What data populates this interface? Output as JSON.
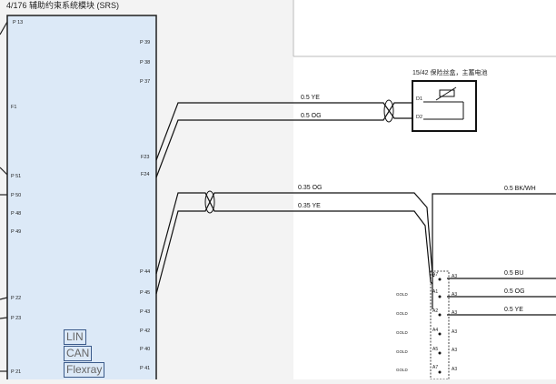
{
  "module": {
    "title": "4/176 辅助约束系统模块 (SRS)",
    "pins": [
      {
        "id": "p13",
        "label": "P 13"
      },
      {
        "id": "p39",
        "label": "P 39"
      },
      {
        "id": "p38",
        "label": "P 38"
      },
      {
        "id": "p37",
        "label": "P 37"
      },
      {
        "id": "f1",
        "label": "F1"
      },
      {
        "id": "f23",
        "label": "F23"
      },
      {
        "id": "f24",
        "label": "F24"
      },
      {
        "id": "p51",
        "label": "P 51"
      },
      {
        "id": "p50",
        "label": "P 50"
      },
      {
        "id": "p48",
        "label": "P 48"
      },
      {
        "id": "p49",
        "label": "P 49"
      },
      {
        "id": "p44",
        "label": "P 44"
      },
      {
        "id": "p45",
        "label": "P 45"
      },
      {
        "id": "p22",
        "label": "P 22"
      },
      {
        "id": "p43",
        "label": "P 43"
      },
      {
        "id": "p23",
        "label": "P 23"
      },
      {
        "id": "p42",
        "label": "P 42"
      },
      {
        "id": "p40",
        "label": "P 40"
      },
      {
        "id": "p21",
        "label": "P 21"
      },
      {
        "id": "p41",
        "label": "P 41"
      }
    ],
    "bus_labels": [
      "LIN",
      "CAN",
      "Flexray"
    ]
  },
  "component": {
    "title": "15/42 保险丝盒，主蓄电池",
    "pin_d1": "D1",
    "pin_d2": "D2"
  },
  "wires": [
    {
      "id": "w1",
      "label": "0.5  YE"
    },
    {
      "id": "w2",
      "label": "0.5  OG"
    },
    {
      "id": "w3",
      "label": "0.35  OG"
    },
    {
      "id": "w4",
      "label": "0.35  YE"
    },
    {
      "id": "w5",
      "label": "0.5  BK/WH"
    },
    {
      "id": "w6",
      "label": "0.5  BU"
    },
    {
      "id": "w7",
      "label": "0.5  OG"
    },
    {
      "id": "w8",
      "label": "0.5  YE"
    }
  ],
  "connector": {
    "contact_material": "GOLD",
    "rows": [
      {
        "left": "A7",
        "right": "A3"
      },
      {
        "left": "A1",
        "right": "A3"
      },
      {
        "left": "A2",
        "right": "A3"
      },
      {
        "left": "A4",
        "right": "A3"
      },
      {
        "left": "A5",
        "right": "A3"
      },
      {
        "left": "A7",
        "right": "A3"
      }
    ]
  },
  "colors": {
    "module_fill": "#dce9f7",
    "module_border": "#1f1f1f",
    "wire": "#111111",
    "background": "#f3f3f3"
  }
}
